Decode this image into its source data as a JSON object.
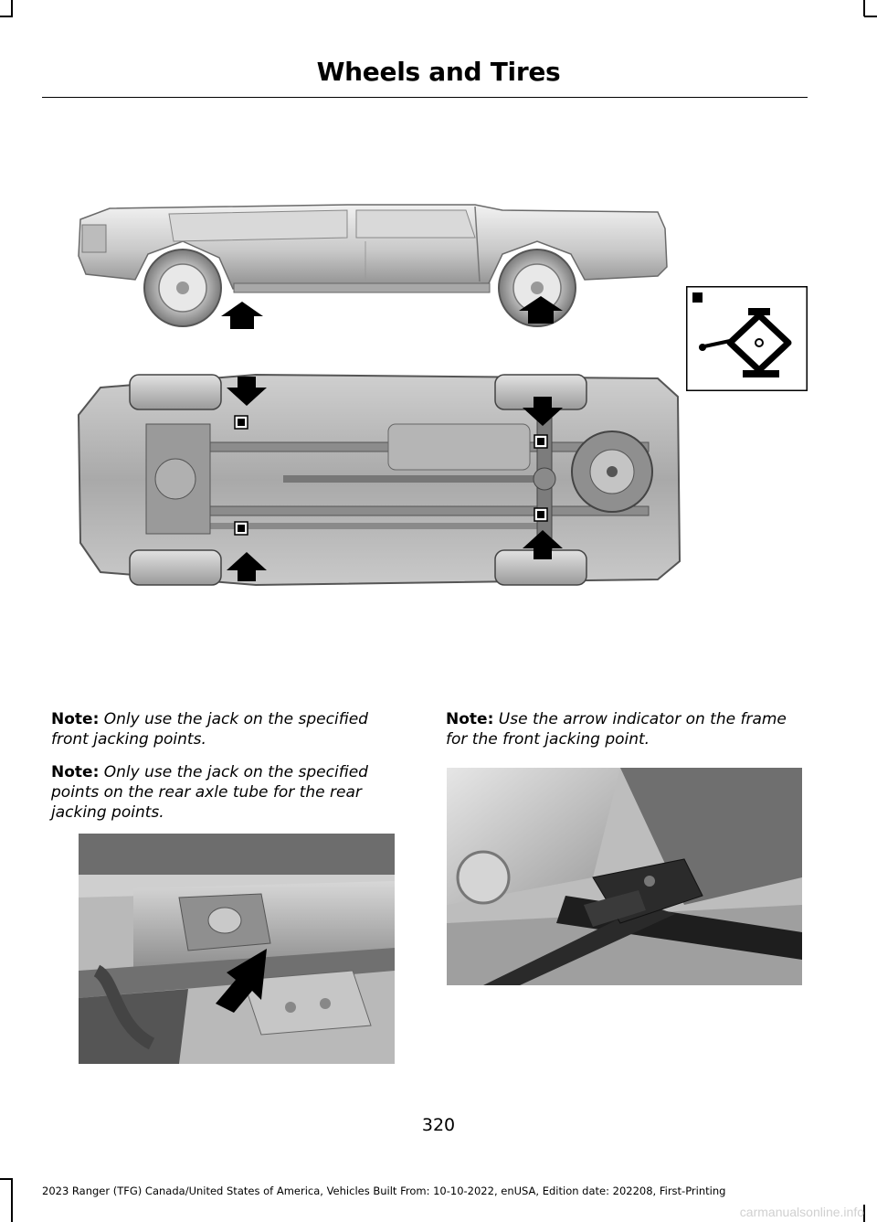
{
  "header": {
    "title": "Wheels and Tires"
  },
  "notes_left": [
    {
      "label": "Note:",
      "text": "Only use the jack on the specified front jacking points."
    },
    {
      "label": "Note:",
      "text": "Only use the jack on the specified points on the rear axle tube for the rear jacking points."
    }
  ],
  "notes_right": [
    {
      "label": "Note:",
      "text": "Use the arrow indicator on the frame for the front jacking point."
    }
  ],
  "figures": {
    "vehicle_side": {
      "icon": "vehicle-side-view"
    },
    "jack_inset": {
      "icon": "scissor-jack"
    },
    "vehicle_underside": {
      "icon": "vehicle-underside-view"
    },
    "rear_axle_detail": {
      "icon": "rear-axle-jacking-point"
    },
    "front_frame_detail": {
      "icon": "front-frame-jacking-point"
    }
  },
  "footer": {
    "page_number": "320",
    "edition": "2023 Ranger (TFG) Canada/United States of America, Vehicles Built From: 10-10-2022, enUSA, Edition date: 202208, First-Printing"
  },
  "watermark": "carmanualsonline.info"
}
